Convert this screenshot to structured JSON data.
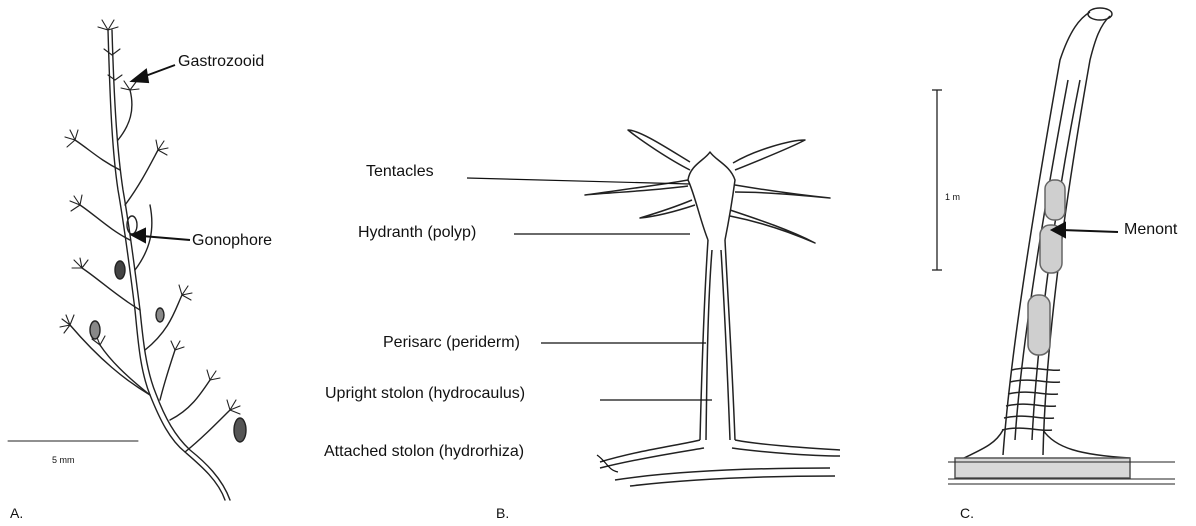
{
  "panel_a": {
    "letter": "A.",
    "labels": {
      "gastrozooid": "Gastrozooid",
      "gonophore": "Gonophore"
    },
    "scale_bar_label": "5 mm"
  },
  "panel_b": {
    "letter": "B.",
    "labels": {
      "tentacles": "Tentacles",
      "hydranth": "Hydranth (polyp)",
      "perisarc": "Perisarc (periderm)",
      "upright_stolon": "Upright stolon (hydrocaulus)",
      "attached_stolon": "Attached stolon (hydrorhiza)"
    }
  },
  "panel_c": {
    "letter": "C.",
    "labels": {
      "menont": "Menont"
    },
    "scale_bar_label": "1 m"
  }
}
